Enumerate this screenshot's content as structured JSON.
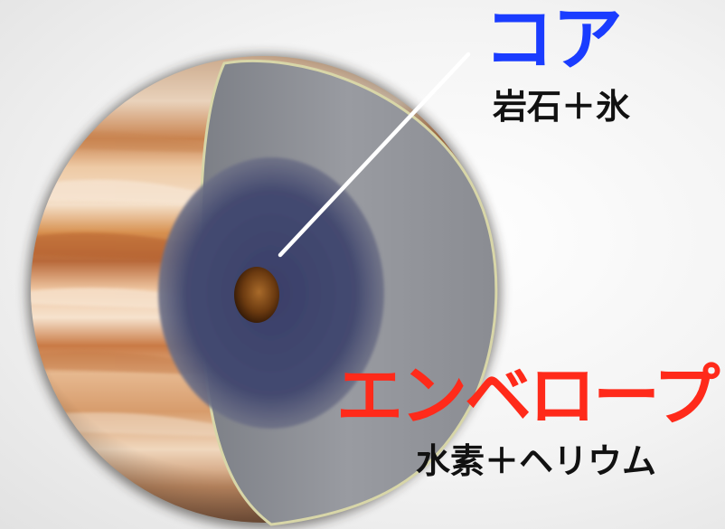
{
  "labels": {
    "core": {
      "title": "コア",
      "subtitle": "岩石＋氷"
    },
    "envelope": {
      "title": "エンベロープ",
      "subtitle": "水素＋ヘリウム"
    }
  },
  "colors": {
    "core_title": "#1a3cff",
    "envelope_title": "#ff2a1a",
    "subtitle": "#111111",
    "cutaway": "#8e9096",
    "inner_region": "#3b4069",
    "core": "#6b3a10",
    "planet_band_light": "#e9c29c",
    "planet_band_dark": "#b8693a",
    "pointer_line": "#ffffff"
  },
  "icons": {
    "planet": "gas-giant-cutaway-illustration"
  }
}
